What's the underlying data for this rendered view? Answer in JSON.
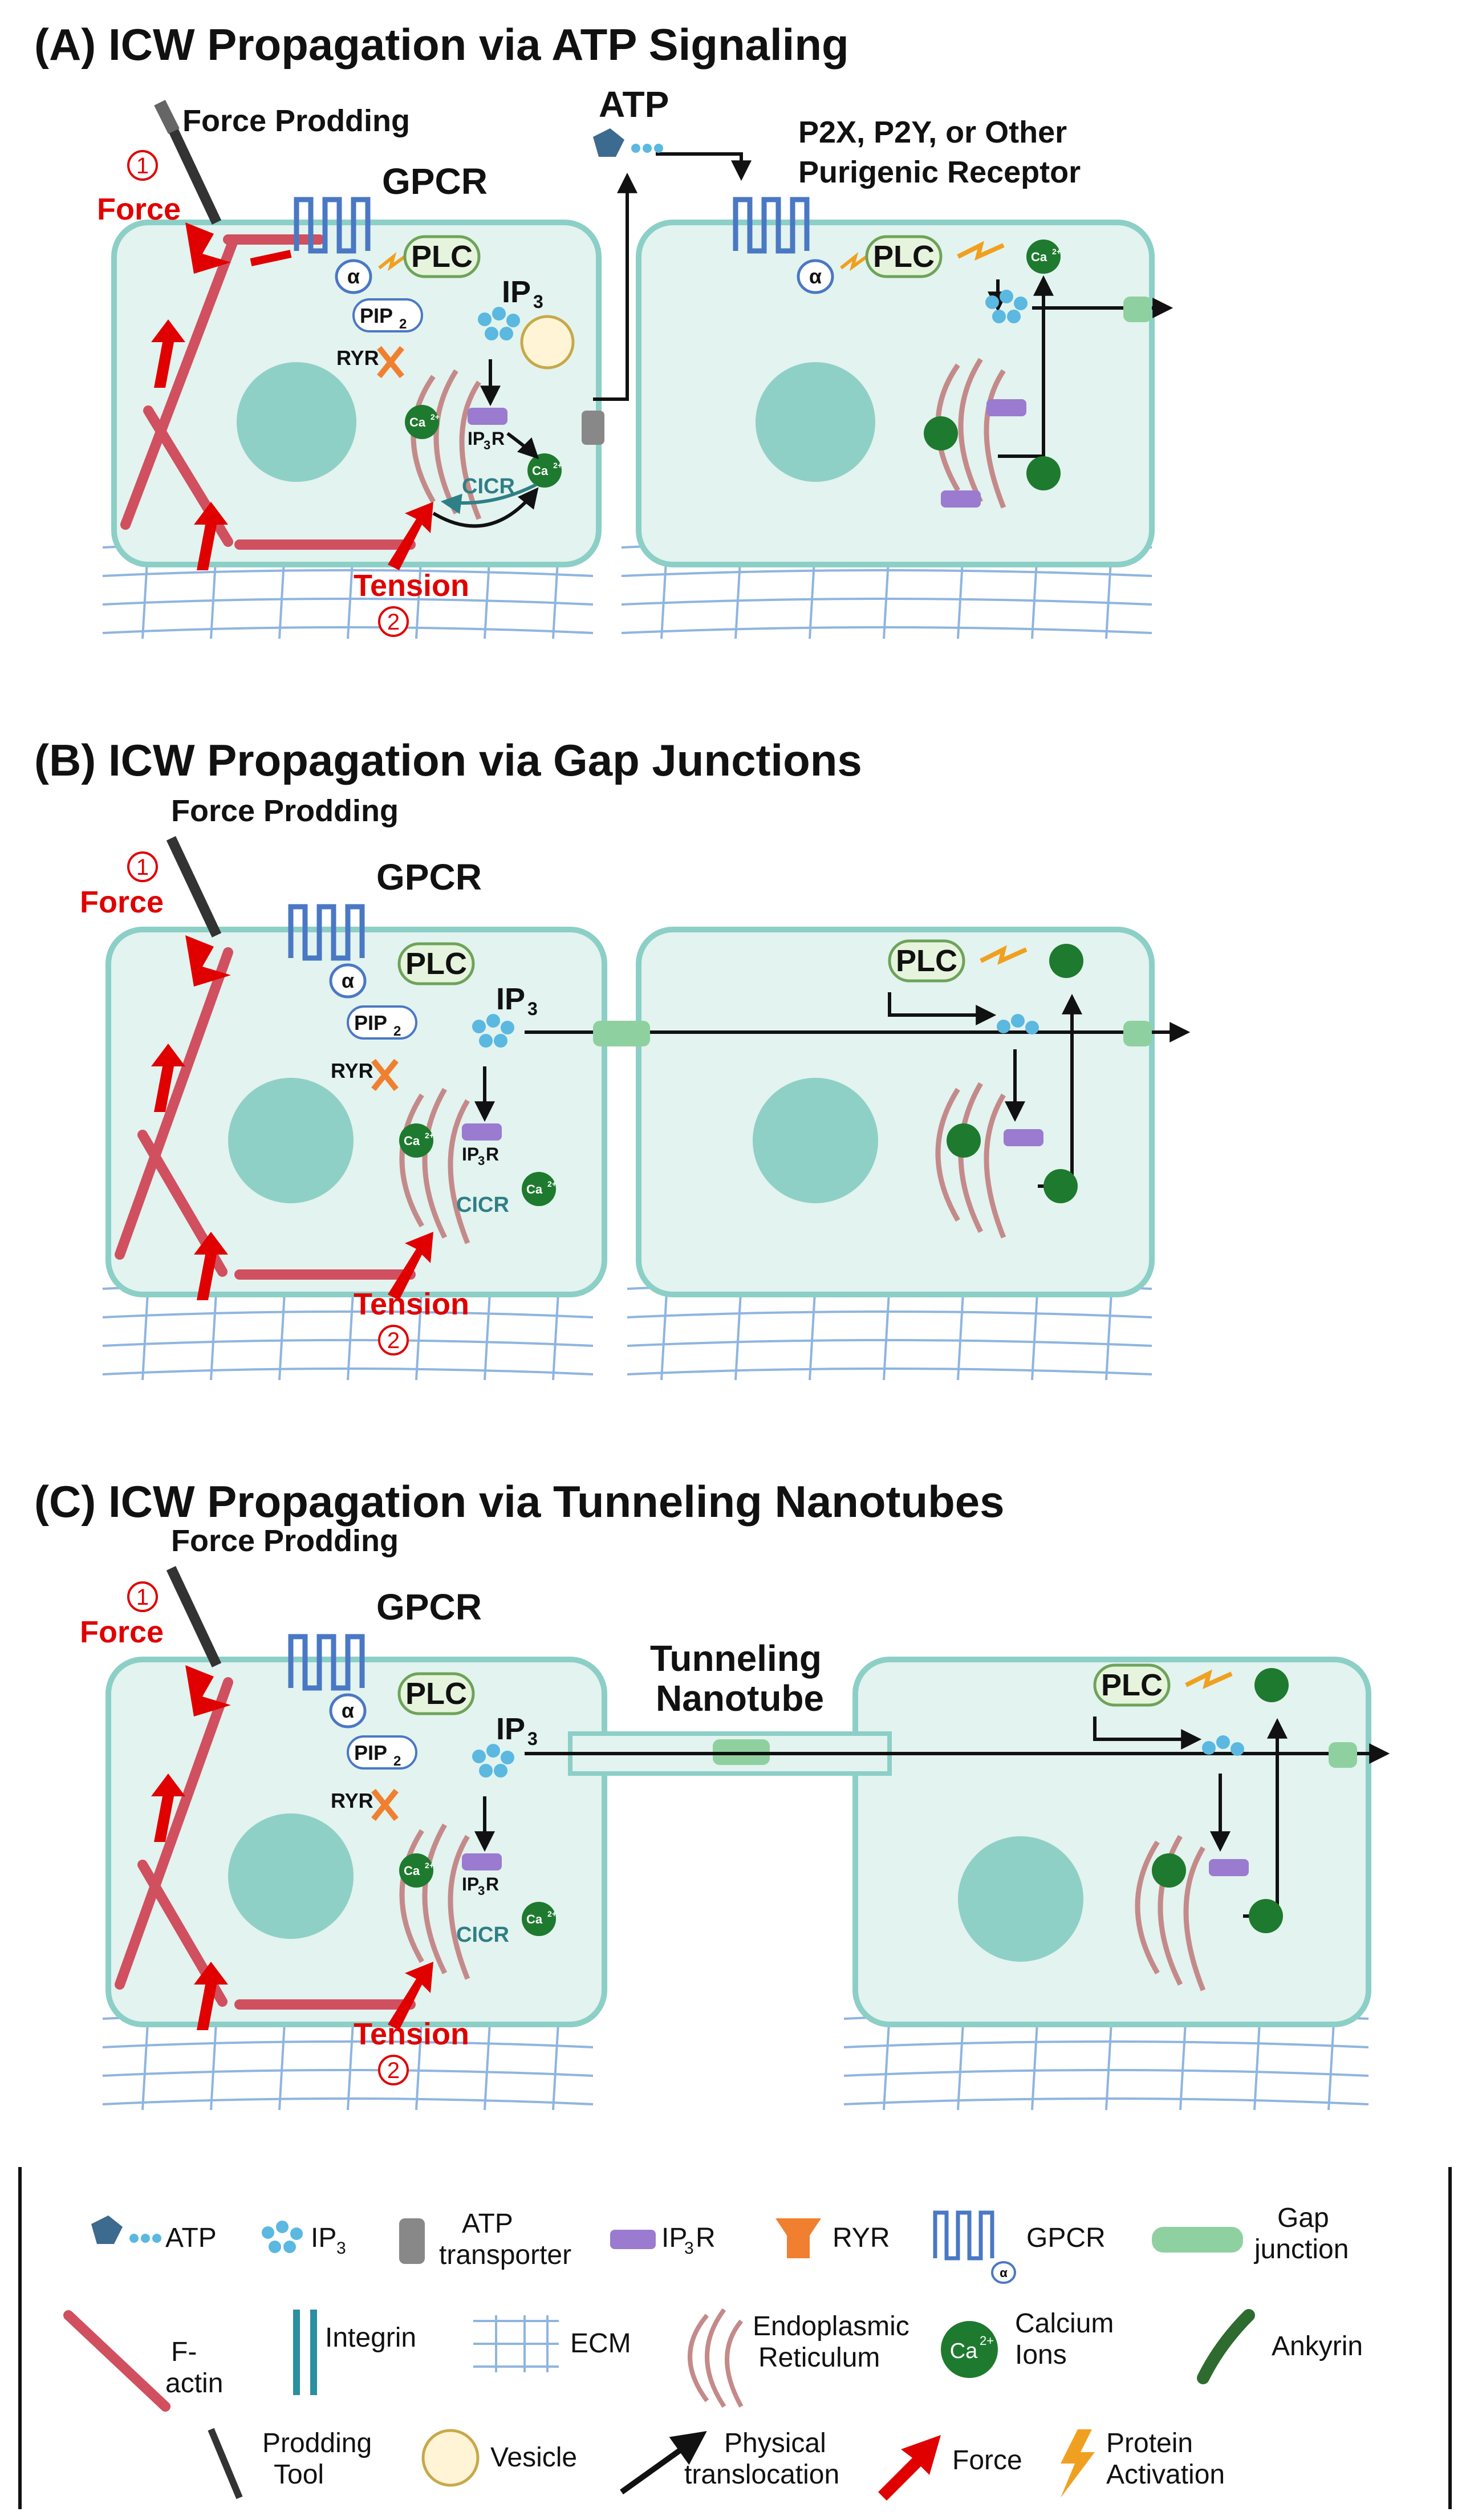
{
  "panels": [
    {
      "title": "(A) ICW Propagation via ATP Signaling",
      "prodding": "Force Prodding",
      "force": "Force",
      "tension": "Tension",
      "step1": "1",
      "step2": "2",
      "gpcr": "GPCR",
      "alpha": "α",
      "plc": "PLC",
      "pip2": "PIP",
      "pip2_sub": "2",
      "ip3": "IP",
      "ip3_sub": "3",
      "ryr": "RYR",
      "ip3r": "IP",
      "ip3r_sub": "3",
      "ip3r_suffix": "R",
      "cicr": "CICR",
      "ca": "Ca",
      "ca_sup": "2+",
      "atp": "ATP",
      "receptor_line1": "P2X, P2Y, or Other",
      "receptor_line2": "Purigenic Receptor",
      "plc2": "PLC",
      "alpha2": "α"
    },
    {
      "title": "(B) ICW Propagation via Gap Junctions",
      "prodding": "Force Prodding",
      "force": "Force",
      "tension": "Tension",
      "step1": "1",
      "step2": "2",
      "gpcr": "GPCR",
      "alpha": "α",
      "plc": "PLC",
      "pip2": "PIP",
      "pip2_sub": "2",
      "ip3": "IP",
      "ip3_sub": "3",
      "ryr": "RYR",
      "ip3r": "IP",
      "ip3r_sub": "3",
      "ip3r_suffix": "R",
      "cicr": "CICR",
      "ca": "Ca",
      "ca_sup": "2+",
      "plc2": "PLC"
    },
    {
      "title": "(C) ICW Propagation via Tunneling Nanotubes",
      "prodding": "Force Prodding",
      "force": "Force",
      "tension": "Tension",
      "step1": "1",
      "step2": "2",
      "gpcr": "GPCR",
      "alpha": "α",
      "plc": "PLC",
      "pip2": "PIP",
      "pip2_sub": "2",
      "ip3": "IP",
      "ip3_sub": "3",
      "ryr": "RYR",
      "ip3r": "IP",
      "ip3r_sub": "3",
      "ip3r_suffix": "R",
      "cicr": "CICR",
      "ca": "Ca",
      "ca_sup": "2+",
      "nanotube_line1": "Tunneling",
      "nanotube_line2": "Nanotube",
      "plc2": "PLC"
    }
  ],
  "legend": {
    "atp": "ATP",
    "ip3": "IP",
    "ip3_sub": "3",
    "atp_transporter_line1": "ATP",
    "atp_transporter_line2": "transporter",
    "ip3r": "IP",
    "ip3r_sub": "3",
    "ip3r_suffix": "R",
    "ryr": "RYR",
    "gpcr": "GPCR",
    "gap_junction_line1": "Gap",
    "gap_junction_line2": "junction",
    "factin_line1": "F-",
    "factin_line2": "actin",
    "integrin": "Integrin",
    "ecm": "ECM",
    "er_line1": "Endoplasmic",
    "er_line2": "Reticulum",
    "calcium_line1": "Calcium",
    "calcium_line2": "Ions",
    "ca": "Ca",
    "ca_sup": "2+",
    "ankyrin": "Ankyrin",
    "prodding_line1": "Prodding",
    "prodding_line2": "Tool",
    "vesicle": "Vesicle",
    "translocation_line1": "Physical",
    "translocation_line2": "translocation",
    "force": "Force",
    "activation_line1": "Protein",
    "activation_line2": "Activation",
    "alpha": "α"
  },
  "colors": {
    "cell_fill": "#e3f3ef",
    "cell_stroke": "#8ccfc7",
    "nucleus": "#8fd0c6",
    "force_red": "#e00000",
    "gpcr_blue": "#4a78c4",
    "calcium_green": "#1e7a2e",
    "ip3r_purple": "#9a7bd0",
    "ryr_orange": "#f08030",
    "gap_green": "#8fd0a0",
    "plc_fill": "#e6f4dd",
    "plc_stroke": "#6da35a",
    "er_stroke": "#c48a8a",
    "ecm_blue": "#8fb5df",
    "activation_orange": "#f0a020"
  }
}
